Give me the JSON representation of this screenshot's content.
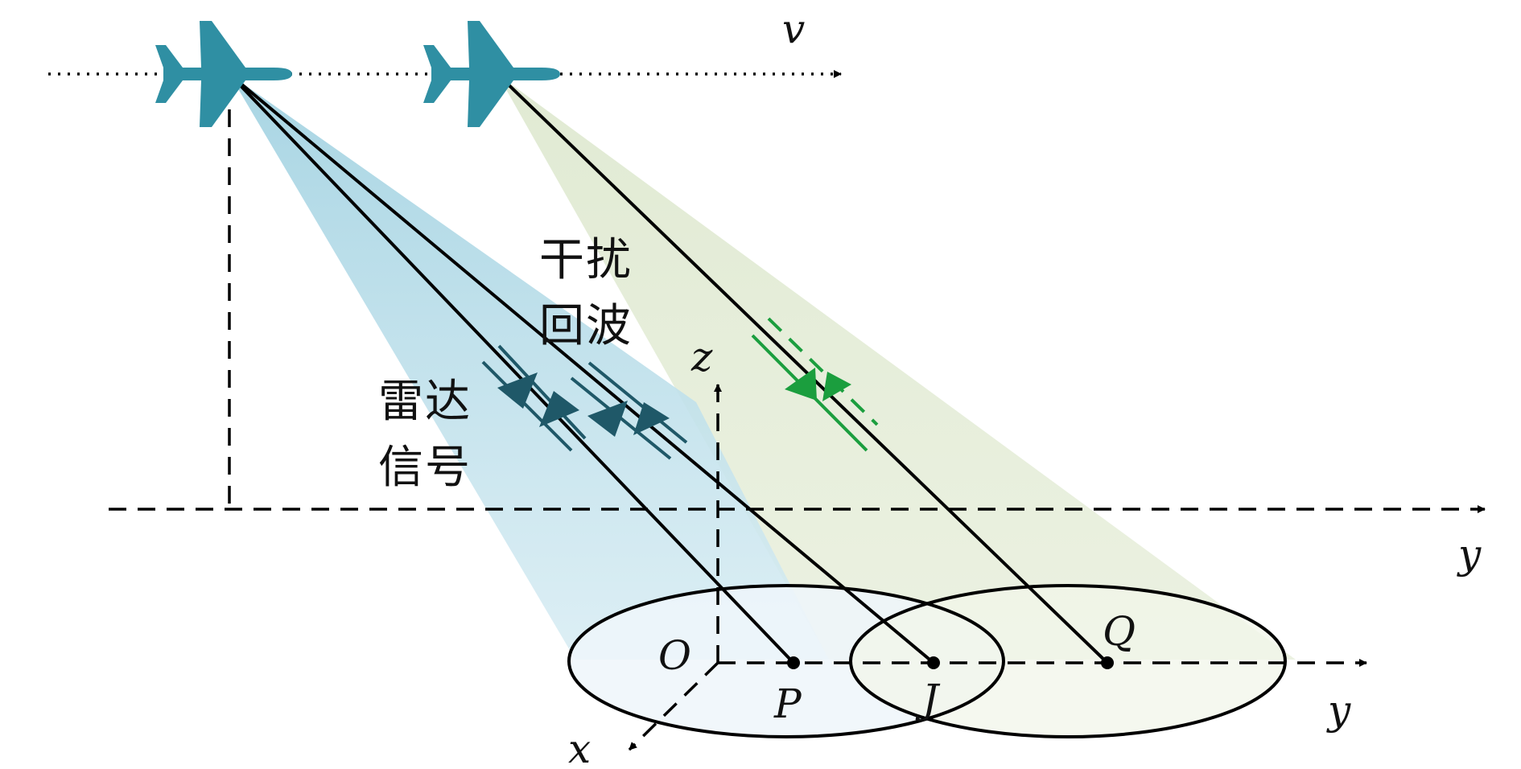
{
  "labels": {
    "velocity": "v",
    "ground_y": "y",
    "axis_z": "z",
    "axis_y": "y",
    "axis_x": "x",
    "origin": "O",
    "point_p": "P",
    "point_j": "J",
    "point_q": "Q",
    "jamming_echo_line1": "干扰",
    "jamming_echo_line2": "回波",
    "radar_signal_line1": "雷达",
    "radar_signal_line2": "信号"
  },
  "colors": {
    "aircraft": "#2f8fa3",
    "radar_beam": "#a9d6e5",
    "jammer_beam": "#dfe9d4",
    "radar_arrow": "#1f5868",
    "jammer_arrow": "#1b9e3e",
    "lines": "#000000"
  },
  "icons": {
    "aircraft_left": "airplane-icon",
    "aircraft_right": "airplane-icon"
  }
}
